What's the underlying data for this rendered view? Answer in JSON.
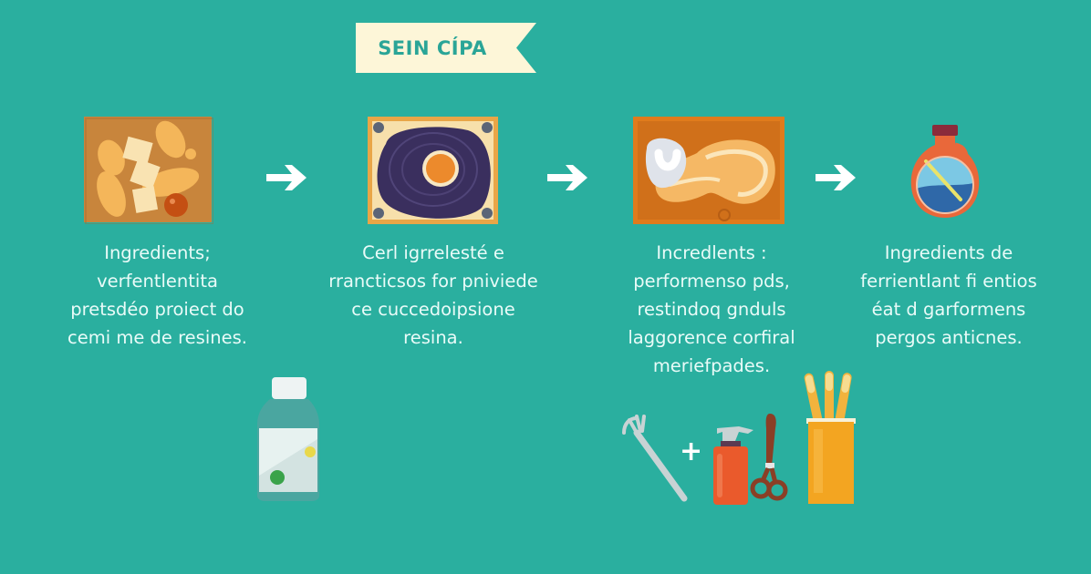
{
  "banner": {
    "title": "SEIN CÍPA",
    "bg_color": "#fdf6d8",
    "text_color": "#2aa597"
  },
  "background_color": "#2aaf9f",
  "steps": [
    {
      "icon": "ingredients-board-icon",
      "lines": [
        "Ingredients;",
        "verfentlentita",
        "pretsdéo proiect do",
        "cemi me de resines."
      ]
    },
    {
      "icon": "resin-swirl-tray-icon",
      "lines": [
        "Cerl igrrelesté e",
        "rrancticsos for pniviede",
        "ce cuccedoipsione",
        "resina."
      ]
    },
    {
      "icon": "mold-tray-icon",
      "lines": [
        "Incredlents :",
        "performenso pds,",
        "restindoq gnduls",
        "laggorence corfiral",
        "meriefpades."
      ]
    },
    {
      "icon": "resin-bottle-flask-icon",
      "lines": [
        "Ingredients de",
        "ferrientlant fi entios",
        "éat d garformens",
        "pergos anticnes."
      ]
    }
  ],
  "arrows": [
    "arrow-right-icon",
    "arrow-right-icon",
    "arrow-right-icon"
  ],
  "tools": {
    "plus_sign": "+"
  }
}
